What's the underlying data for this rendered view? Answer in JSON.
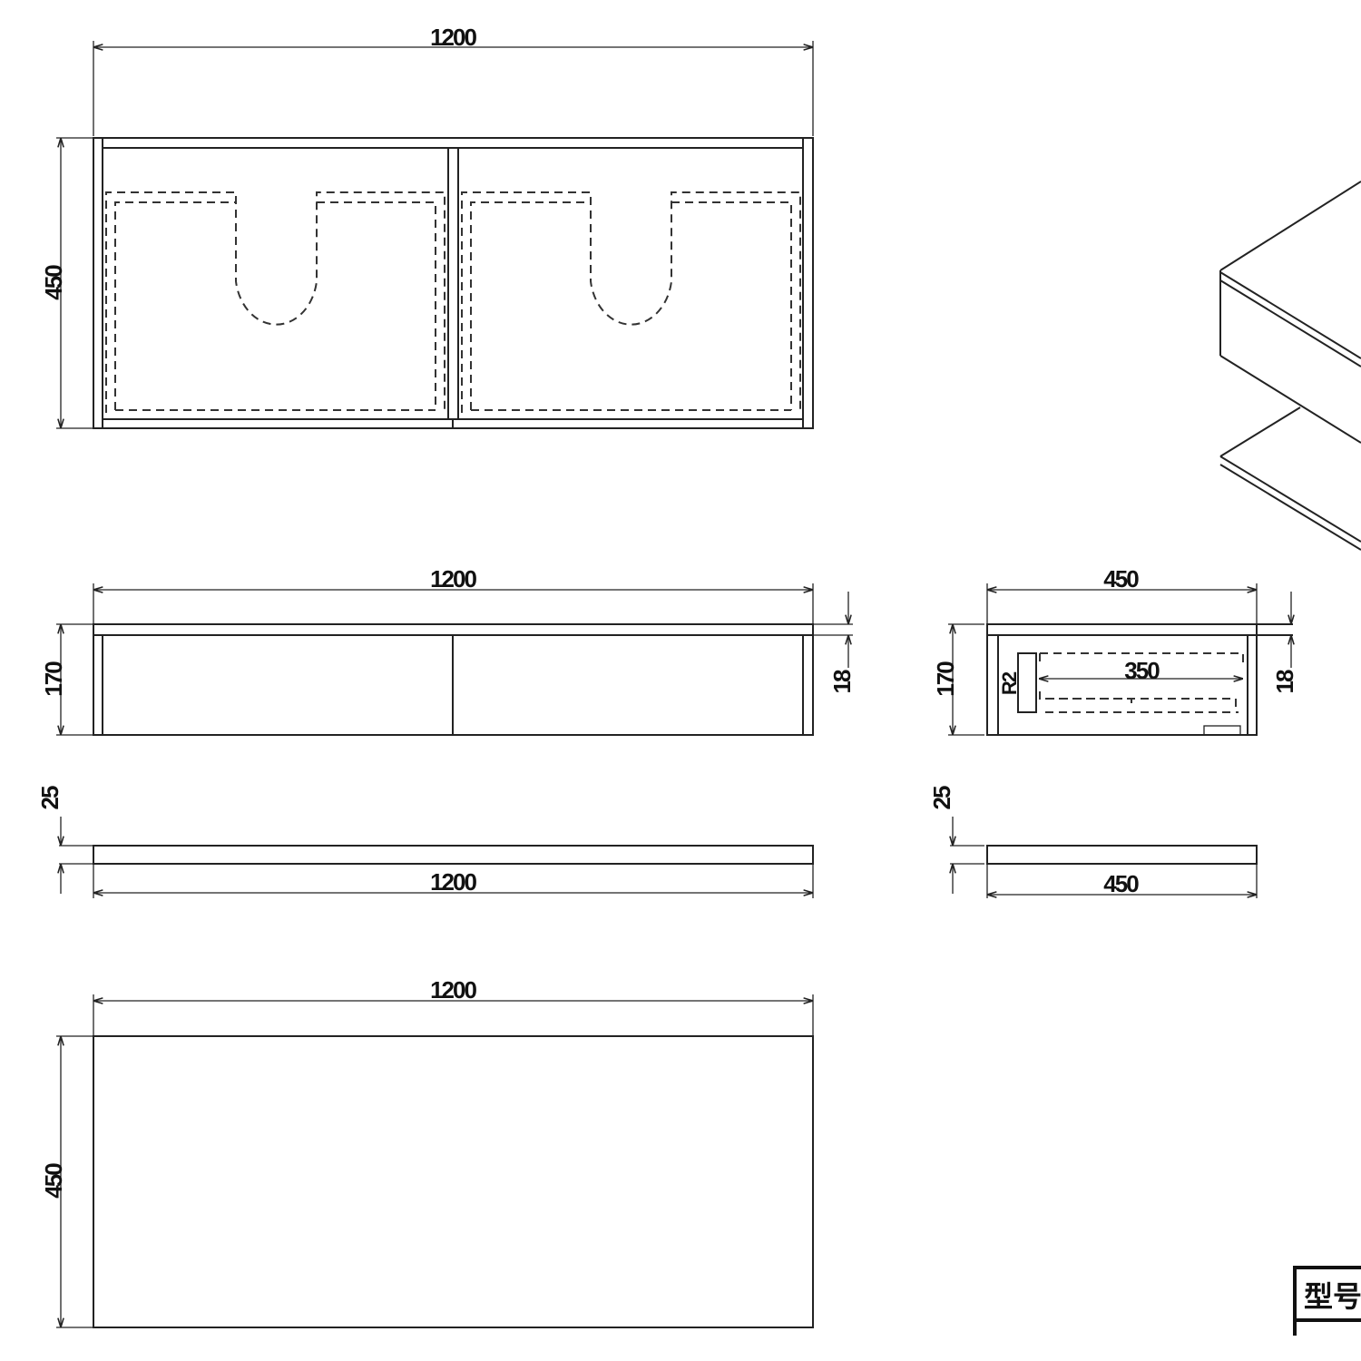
{
  "top_view": {
    "width_label": "1200",
    "depth_label": "450"
  },
  "front_view": {
    "width_label": "1200",
    "height_label": "170",
    "panel_label": "18"
  },
  "side_view": {
    "width_label": "450",
    "height_label": "170",
    "panel_label": "18",
    "drawer_label": "350",
    "radius_label": "R2"
  },
  "front_plate": {
    "width_label": "1200",
    "thickness_label": "25"
  },
  "side_plate": {
    "width_label": "450",
    "thickness_label": "25"
  },
  "bottom_view": {
    "width_label": "1200",
    "depth_label": "450"
  },
  "title_block": {
    "model_label": "型号"
  },
  "colors": {
    "line": "#222222",
    "background": "#ffffff"
  }
}
